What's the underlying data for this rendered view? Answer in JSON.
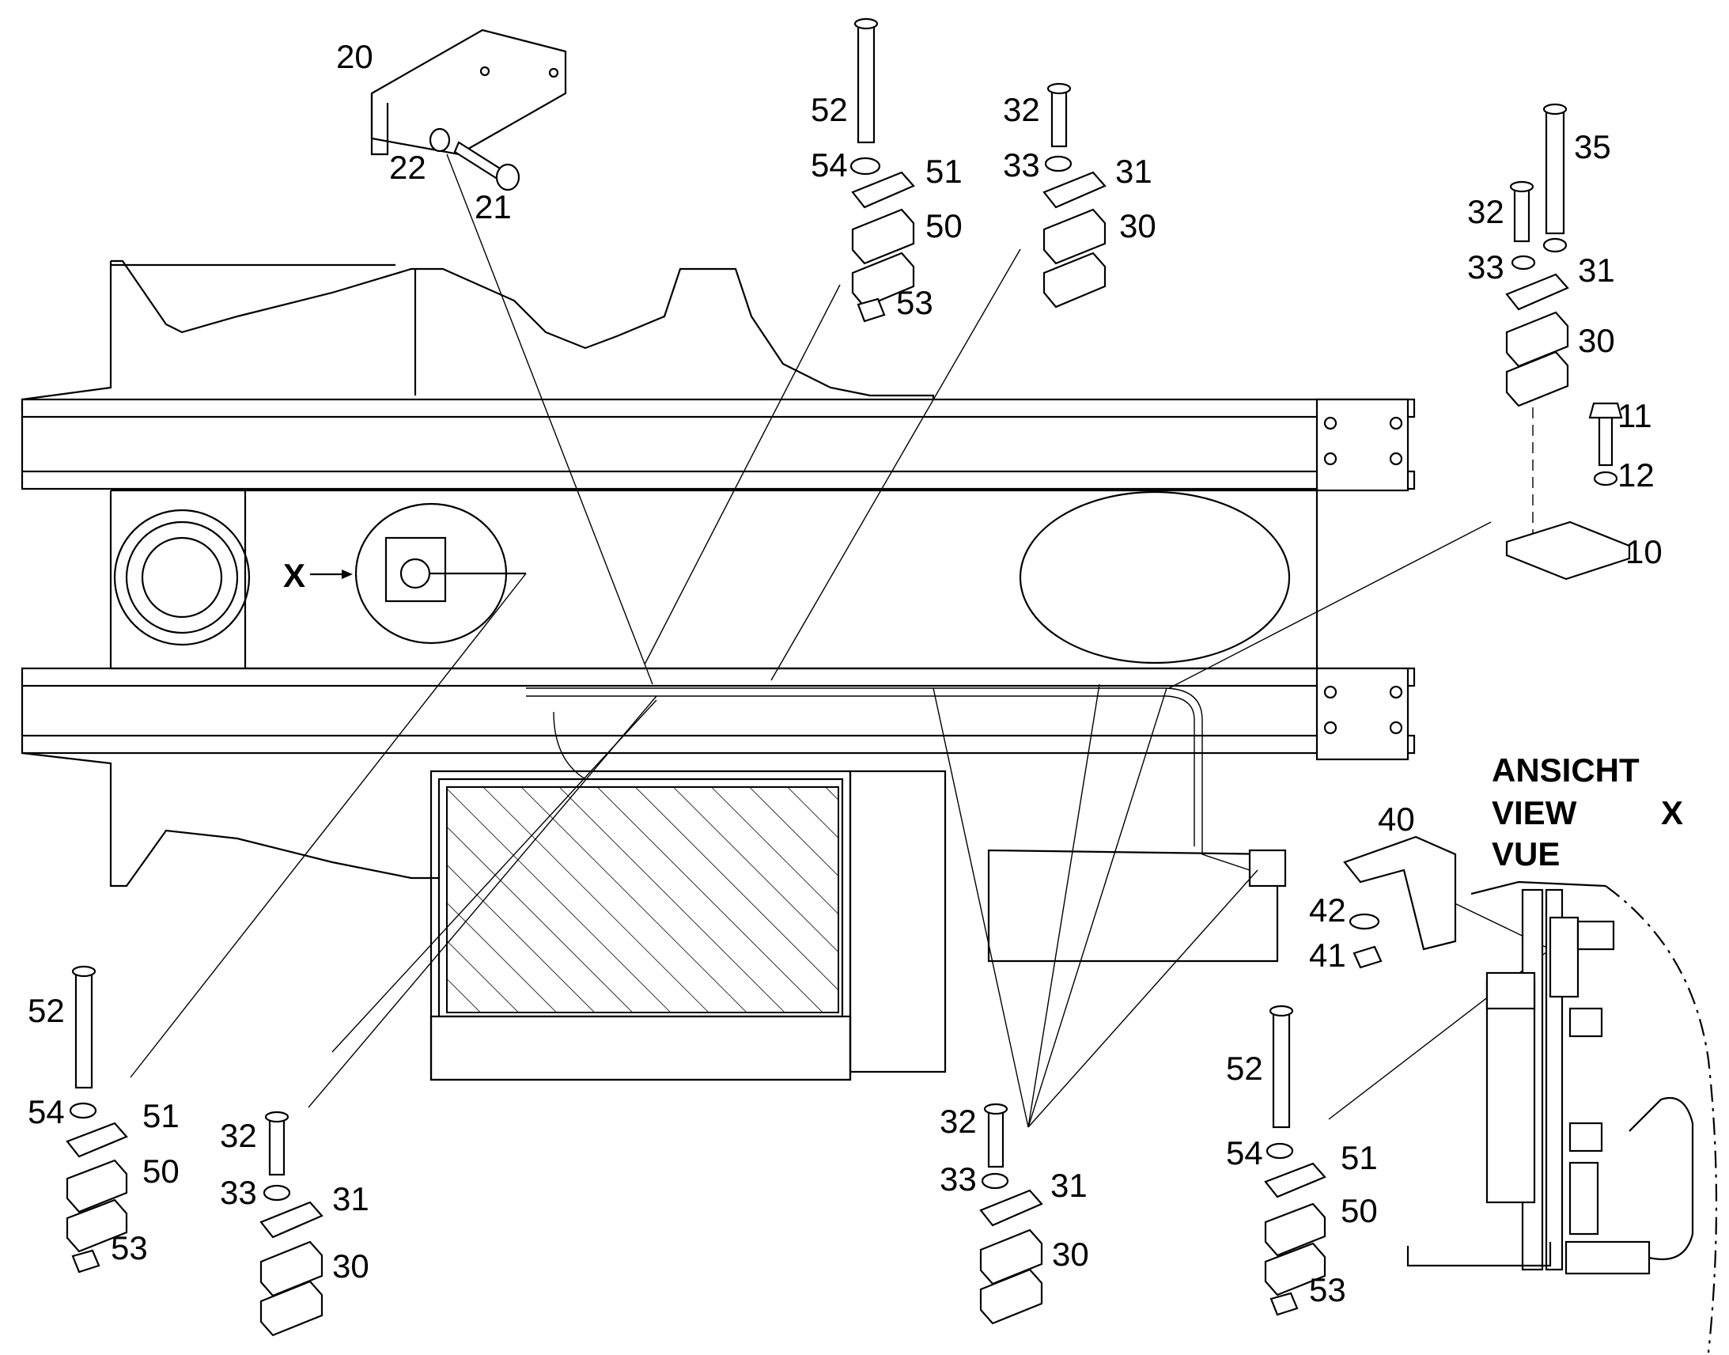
{
  "view_title": {
    "line1": "ANSICHT",
    "line2": "VIEW",
    "line3": "VUE",
    "letter": "X"
  },
  "arrow_label": "X",
  "callouts": {
    "c20": "20",
    "c21": "21",
    "c22": "22",
    "c52a": "52",
    "c54a": "54",
    "c51a": "51",
    "c50a": "50",
    "c53a": "53",
    "c32a": "32",
    "c33a": "33",
    "c31a": "31",
    "c30a": "30",
    "c35": "35",
    "c32b": "32",
    "c33b": "33",
    "c31b": "31",
    "c30b": "30",
    "c11": "11",
    "c12": "12",
    "c10": "10",
    "c40": "40",
    "c42": "42",
    "c41": "41",
    "c52b": "52",
    "c54b": "54",
    "c51b": "51",
    "c50b": "50",
    "c53b": "53",
    "c32c": "32",
    "c33c": "33",
    "c31c": "31",
    "c30c": "30",
    "c32d": "32",
    "c33d": "33",
    "c31d": "31",
    "c30d": "30",
    "c52c": "52",
    "c54c": "54",
    "c51c": "51",
    "c50c": "50",
    "c53c": "53"
  }
}
